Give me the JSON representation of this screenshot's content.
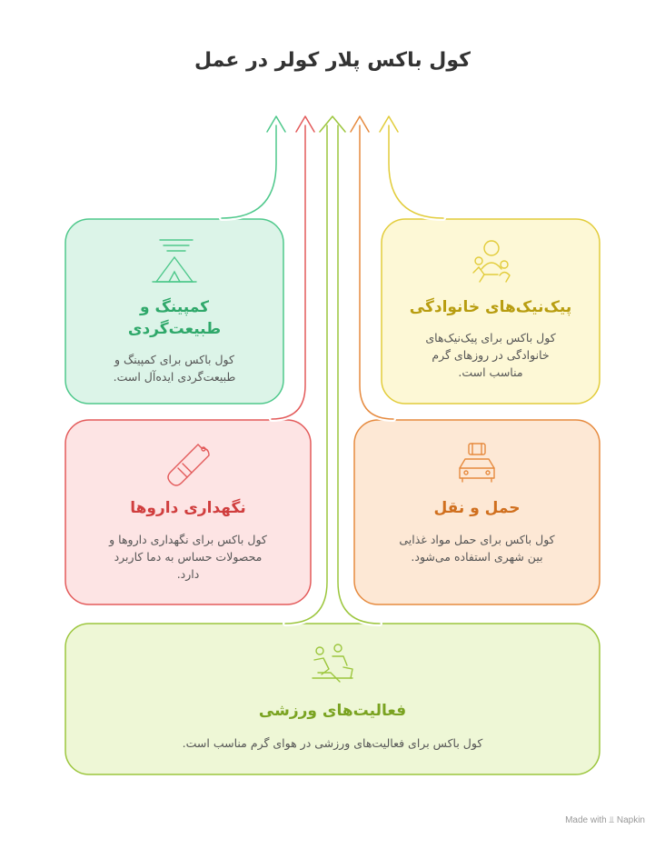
{
  "title": "کول باکس پلار کولر در عمل",
  "cards": {
    "camping": {
      "title": "کمپینگ و طبیعت‌گردی",
      "title_line1": "کمپینگ و",
      "title_line2": "طبیعت‌گردی",
      "desc_line1": "کول باکس برای کمپینگ و",
      "desc_line2": "طبیعت‌گردی ایده‌آل است.",
      "color": "#4ec88b",
      "icon": "tent-icon"
    },
    "picnic": {
      "title": "پیک‌نیک‌های خانوادگی",
      "desc_line1": "کول باکس برای پیک‌نیک‌های",
      "desc_line2": "خانوادگی در روزهای گرم",
      "desc_line3": "مناسب است.",
      "color": "#e2cc3a",
      "icon": "family-icon"
    },
    "medicine": {
      "title": "نگهداری داروها",
      "desc_line1": "کول باکس برای نگهداری داروها و",
      "desc_line2": "محصولات حساس به دما کاربرد",
      "desc_line3": "دارد.",
      "color": "#e35a5a",
      "icon": "thermometer-icon"
    },
    "transport": {
      "title": "حمل و نقل",
      "desc_line1": "کول باکس برای حمل مواد غذایی",
      "desc_line2": "بین شهری استفاده می‌شود.",
      "color": "#e68a3e",
      "icon": "car-icon"
    },
    "sports": {
      "title": "فعالیت‌های ورزشی",
      "desc_line1": "کول باکس برای فعالیت‌های ورزشی در هوای گرم مناسب است.",
      "color": "#9cc63d",
      "icon": "sports-icon"
    }
  },
  "footer": {
    "made_with": "Made with",
    "brand": "Napkin"
  }
}
